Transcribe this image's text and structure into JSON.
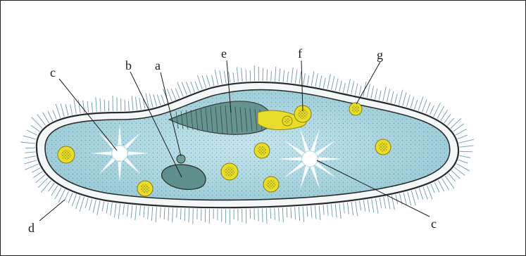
{
  "diagram": {
    "labels": {
      "a": "a",
      "b": "b",
      "c_left": "c",
      "c_right": "c",
      "d": "d",
      "e": "e",
      "f": "f",
      "g": "g"
    },
    "colors": {
      "cytoplasm": "#a9d6e0",
      "membrane": "#2b2b2b",
      "pellicle_white": "#f4f7f7",
      "cilia": "#6f9aa2",
      "food_vacuole": "#e8dd2a",
      "food_vacuole_core": "#9a8f16",
      "nucleus": "#5f8f8c",
      "gullet": "#5f8c88",
      "contractile_vacuole": "#ffffff"
    }
  }
}
